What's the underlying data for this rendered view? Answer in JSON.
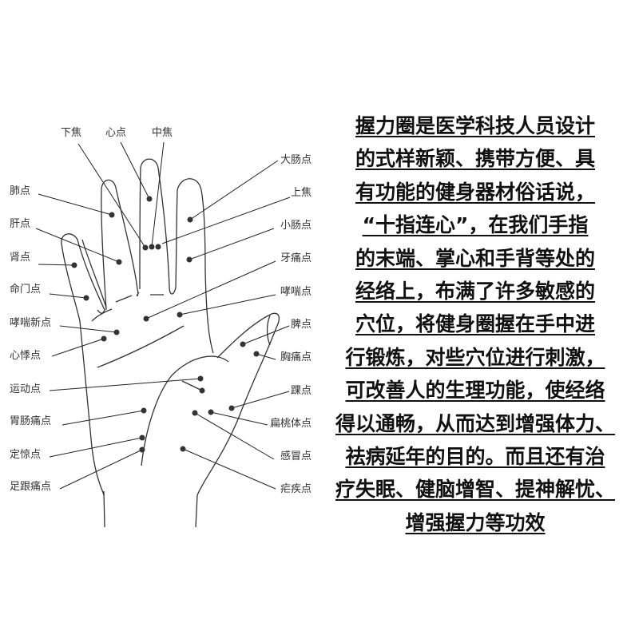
{
  "diagram": {
    "top_labels": [
      "下焦",
      "心点",
      "中焦"
    ],
    "left_labels": [
      "肺点",
      "肝点",
      "肾点",
      "命门点",
      "哮喘新点",
      "心悸点",
      "运动点",
      "胃肠痛点",
      "定惊点",
      "足跟痛点"
    ],
    "right_labels": [
      "大肠点",
      "上焦",
      "小肠点",
      "牙痛点",
      "哮喘点",
      "脾点",
      "胸痛点",
      "踝点",
      "扁桃体点",
      "感冒点",
      "疟疾点"
    ]
  },
  "description_lines": [
    "握力圈是医学科技人员设计",
    "的式样新颖、携带方便、具",
    "有功能的健身器材俗话说，",
    "“十指连心”，在我们手指",
    "的末端、掌心和手背等处的",
    "经络上，布满了许多敏感的",
    "穴位，将健身圈握在手中进",
    "行锻炼，对些穴位进行刺激，",
    "可改善人的生理功能，使经络",
    "得以通畅，从而达到增强体力、",
    "祛病延年的目的。而且还有治",
    "疗失眠、健脑增智、提神解忧、",
    "增强握力等功效"
  ]
}
